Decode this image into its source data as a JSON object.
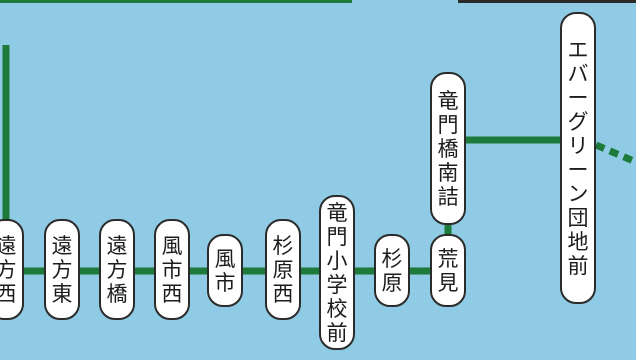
{
  "route_color": "#1e7a3a",
  "background_color": "#8fcbe4",
  "stops": [
    {
      "id": "enpo-nishi",
      "label": "遠方西"
    },
    {
      "id": "enpo-higashi",
      "label": "遠方東"
    },
    {
      "id": "enpo-bashi",
      "label": "遠方橋"
    },
    {
      "id": "kazaichi-nishi",
      "label": "風市西"
    },
    {
      "id": "kazaichi",
      "label": "風市"
    },
    {
      "id": "suginohara-nishi",
      "label": "杉原西"
    },
    {
      "id": "ryumon-shogakko-mae",
      "label": "竜門小学校前"
    },
    {
      "id": "suginohara",
      "label": "杉原"
    },
    {
      "id": "arami",
      "label": "荒見"
    },
    {
      "id": "ryumonbashi-minamizume",
      "label": "竜門橋南詰"
    },
    {
      "id": "evergreen-danchi-mae",
      "label": "エバーグリーン団地前"
    }
  ]
}
